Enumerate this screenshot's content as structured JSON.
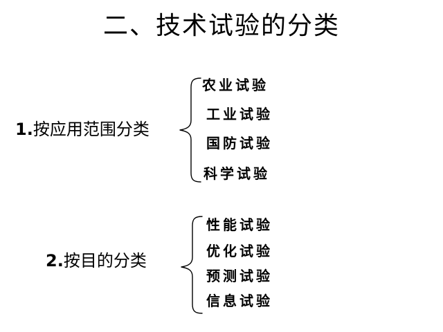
{
  "title": "二、技术试验的分类",
  "groups": [
    {
      "number": "1.",
      "label": "按应用范围分类",
      "items": [
        "农业试验",
        "工业试验",
        "国防试验",
        "科学试验"
      ]
    },
    {
      "number": "2.",
      "label": "按目的分类",
      "items": [
        "性能试验",
        "优化试验",
        "预测试验",
        "信息试验"
      ]
    }
  ]
}
